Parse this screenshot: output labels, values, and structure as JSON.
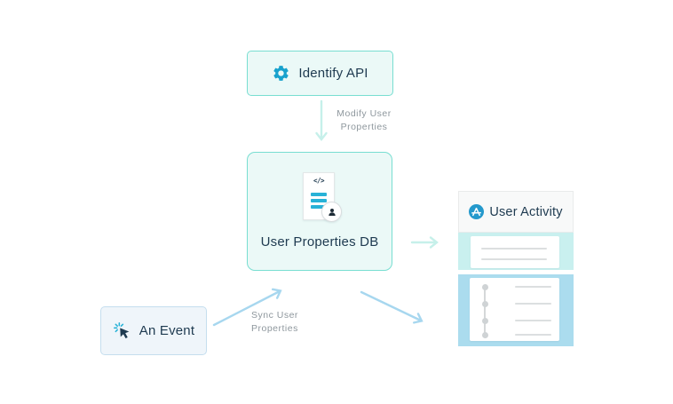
{
  "diagram": {
    "nodes": {
      "identify_api": {
        "label": "Identify API",
        "icon": "gear-icon"
      },
      "user_properties_db": {
        "label": "User Properties DB",
        "icon": "user-document-icon",
        "doc_code_glyph": "</>"
      },
      "an_event": {
        "label": "An Event",
        "icon": "click-cursor-icon"
      },
      "user_activity": {
        "label": "User Activity",
        "icon": "activity-icon"
      }
    },
    "edges": [
      {
        "from": "identify_api",
        "to": "user_properties_db",
        "label_lines": [
          "Modify User",
          "Properties"
        ]
      },
      {
        "from": "an_event",
        "to": "user_properties_db",
        "label_lines": [
          "Sync User",
          "Properties"
        ]
      },
      {
        "from": "user_properties_db",
        "to": "user_activity",
        "label_lines": []
      },
      {
        "from": "user_properties_db",
        "to": "user_activity_timeline",
        "label_lines": []
      }
    ],
    "colors": {
      "teal_border": "#78ded1",
      "teal_fill": "#ebf9f7",
      "blue_border": "#c5deee",
      "blue_fill": "#eff5fa",
      "arrow_mint": "#c6f0ea",
      "arrow_blue": "#a7d7ef",
      "accent_cyan": "#18a2cd",
      "bar_cyan": "#28b2d7",
      "circle_blue": "#2499cc",
      "dark_text": "#1e3a50",
      "label_gray": "#8e979d",
      "band_teal": "#c9f0ef",
      "band_blue": "#abdcee"
    }
  }
}
